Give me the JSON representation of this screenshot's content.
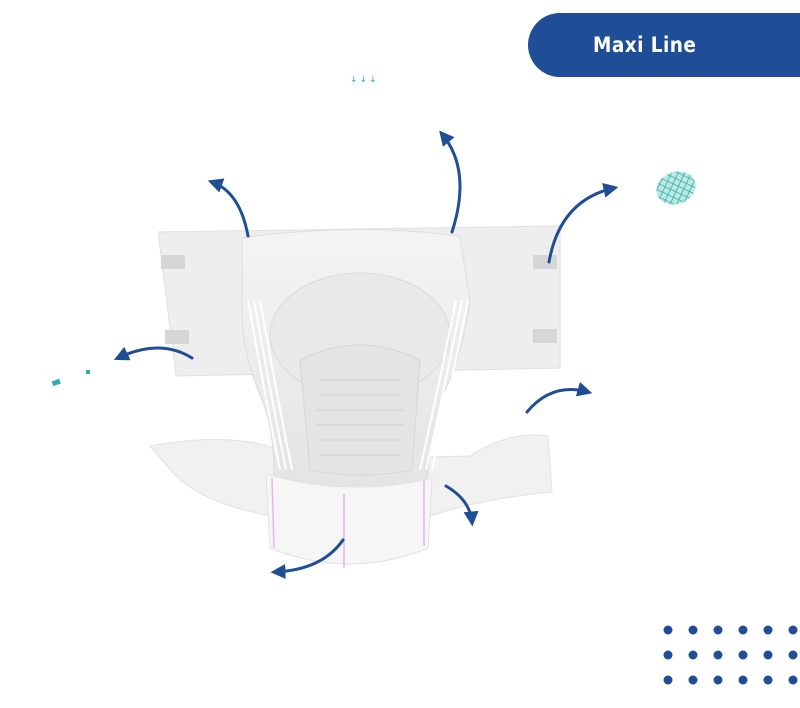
{
  "header": {
    "badge_label": "Maxi Line",
    "badge_color": "#1f4e96"
  },
  "decor": {
    "down_arrows": "↓↓↓",
    "accent_color": "#2bb0a8",
    "arrow_color": "#1f4e96",
    "icons": [
      "diaper-illustration",
      "annotation-arrow",
      "mesh-texture-icon",
      "dot-grid"
    ]
  }
}
